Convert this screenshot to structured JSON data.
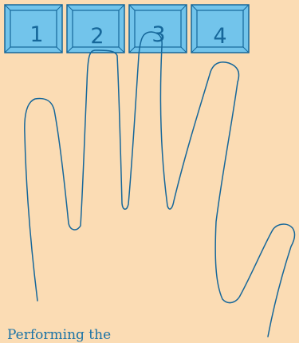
{
  "colors": {
    "background": "#fbdcb4",
    "key_face": "#72c4eb",
    "key_stroke": "#16679a",
    "hand_stroke": "#16679a",
    "caption_text": "#1b73a6"
  },
  "keys": [
    {
      "label": "1"
    },
    {
      "label": "2"
    },
    {
      "label": "3"
    },
    {
      "label": "4"
    }
  ],
  "caption": "Performing the"
}
